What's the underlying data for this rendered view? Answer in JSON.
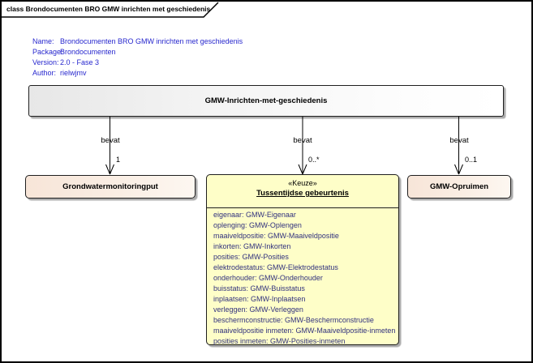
{
  "frame": {
    "tab": "class Brondocumenten BRO GMW inrichten met geschiedenis"
  },
  "metadata": {
    "rows": [
      {
        "label": "Name:",
        "value": "Brondocumenten BRO GMW inrichten met geschiedenis"
      },
      {
        "label": "Package:",
        "value": "Brondocumenten"
      },
      {
        "label": "Version:",
        "value": "2.0 - Fase 3"
      },
      {
        "label": "Author:",
        "value": "rielwjmv"
      }
    ]
  },
  "main_class": {
    "name": "GMW-Inrichten-met-geschiedenis"
  },
  "relations": [
    {
      "label": "bevat",
      "multiplicity": "1",
      "target": "Grondwatermonitoringput"
    },
    {
      "label": "bevat",
      "multiplicity": "0..*",
      "target": "Tussentijdse gebeurtenis"
    },
    {
      "label": "bevat",
      "multiplicity": "0..1",
      "target": "GMW-Opruimen"
    }
  ],
  "classes": {
    "grondwatermonitoringput": {
      "name": "Grondwatermonitoringput"
    },
    "tussentijdse_gebeurtenis": {
      "stereotype": "«Keuze»",
      "name": "Tussentijdse gebeurtenis",
      "attributes": [
        "eigenaar: GMW-Eigenaar",
        "oplenging: GMW-Oplengen",
        "maaiveldpositie: GMW-Maaiveldpositie",
        "inkorten: GMW-Inkorten",
        "posities: GMW-Posities",
        "elektrodestatus: GMW-Elektrodestatus",
        "onderhouder: GMW-Onderhouder",
        "buisstatus: GMW-Buisstatus",
        "inplaatsen: GMW-Inplaatsen",
        "verleggen: GMW-Verleggen",
        "beschermconstructie: GMW-Beschermconstructie",
        "maaiveldpositie inmeten: GMW-Maaiveldpositie-inmeten",
        "posities inmeten: GMW-Posities-inmeten"
      ]
    },
    "gmw_opruimen": {
      "name": "GMW-Opruimen"
    }
  },
  "colors": {
    "metadata_text": "#2727CE",
    "attribute_text": "#32327E",
    "keuze_fill": "#FEFEC8",
    "leaf_fill": "#F7E5D8",
    "root_fill": "#E7E7E7",
    "border": "#1F1F1F",
    "shadow": "#ABABAB"
  }
}
